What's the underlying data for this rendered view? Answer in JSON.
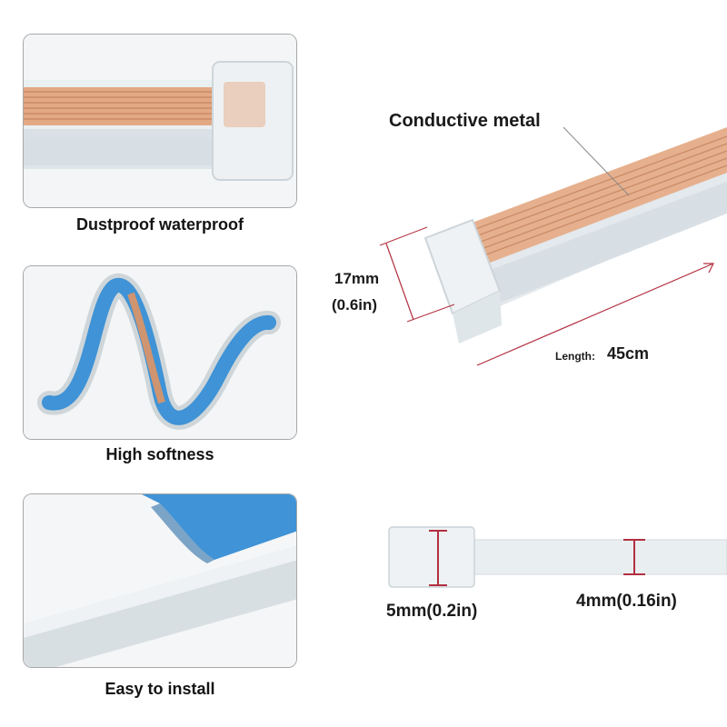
{
  "features": [
    {
      "caption": "Dustproof waterproof"
    },
    {
      "caption": "High softness"
    },
    {
      "caption": "Easy to install"
    }
  ],
  "diagram": {
    "material_label": "Conductive metal",
    "height_label_mm": "17mm",
    "height_label_in": "(0.6in)",
    "length_prefix": "Length:",
    "length_value": "45cm",
    "end_width_label": "5mm(0.2in)",
    "body_width_label": "4mm(0.16in)"
  },
  "colors": {
    "copper": "#d9a07c",
    "silicone": "#e8eef2",
    "tape_blue": "#3f93d6",
    "dimension_red": "#b23040",
    "border": "#a8a8a8"
  }
}
